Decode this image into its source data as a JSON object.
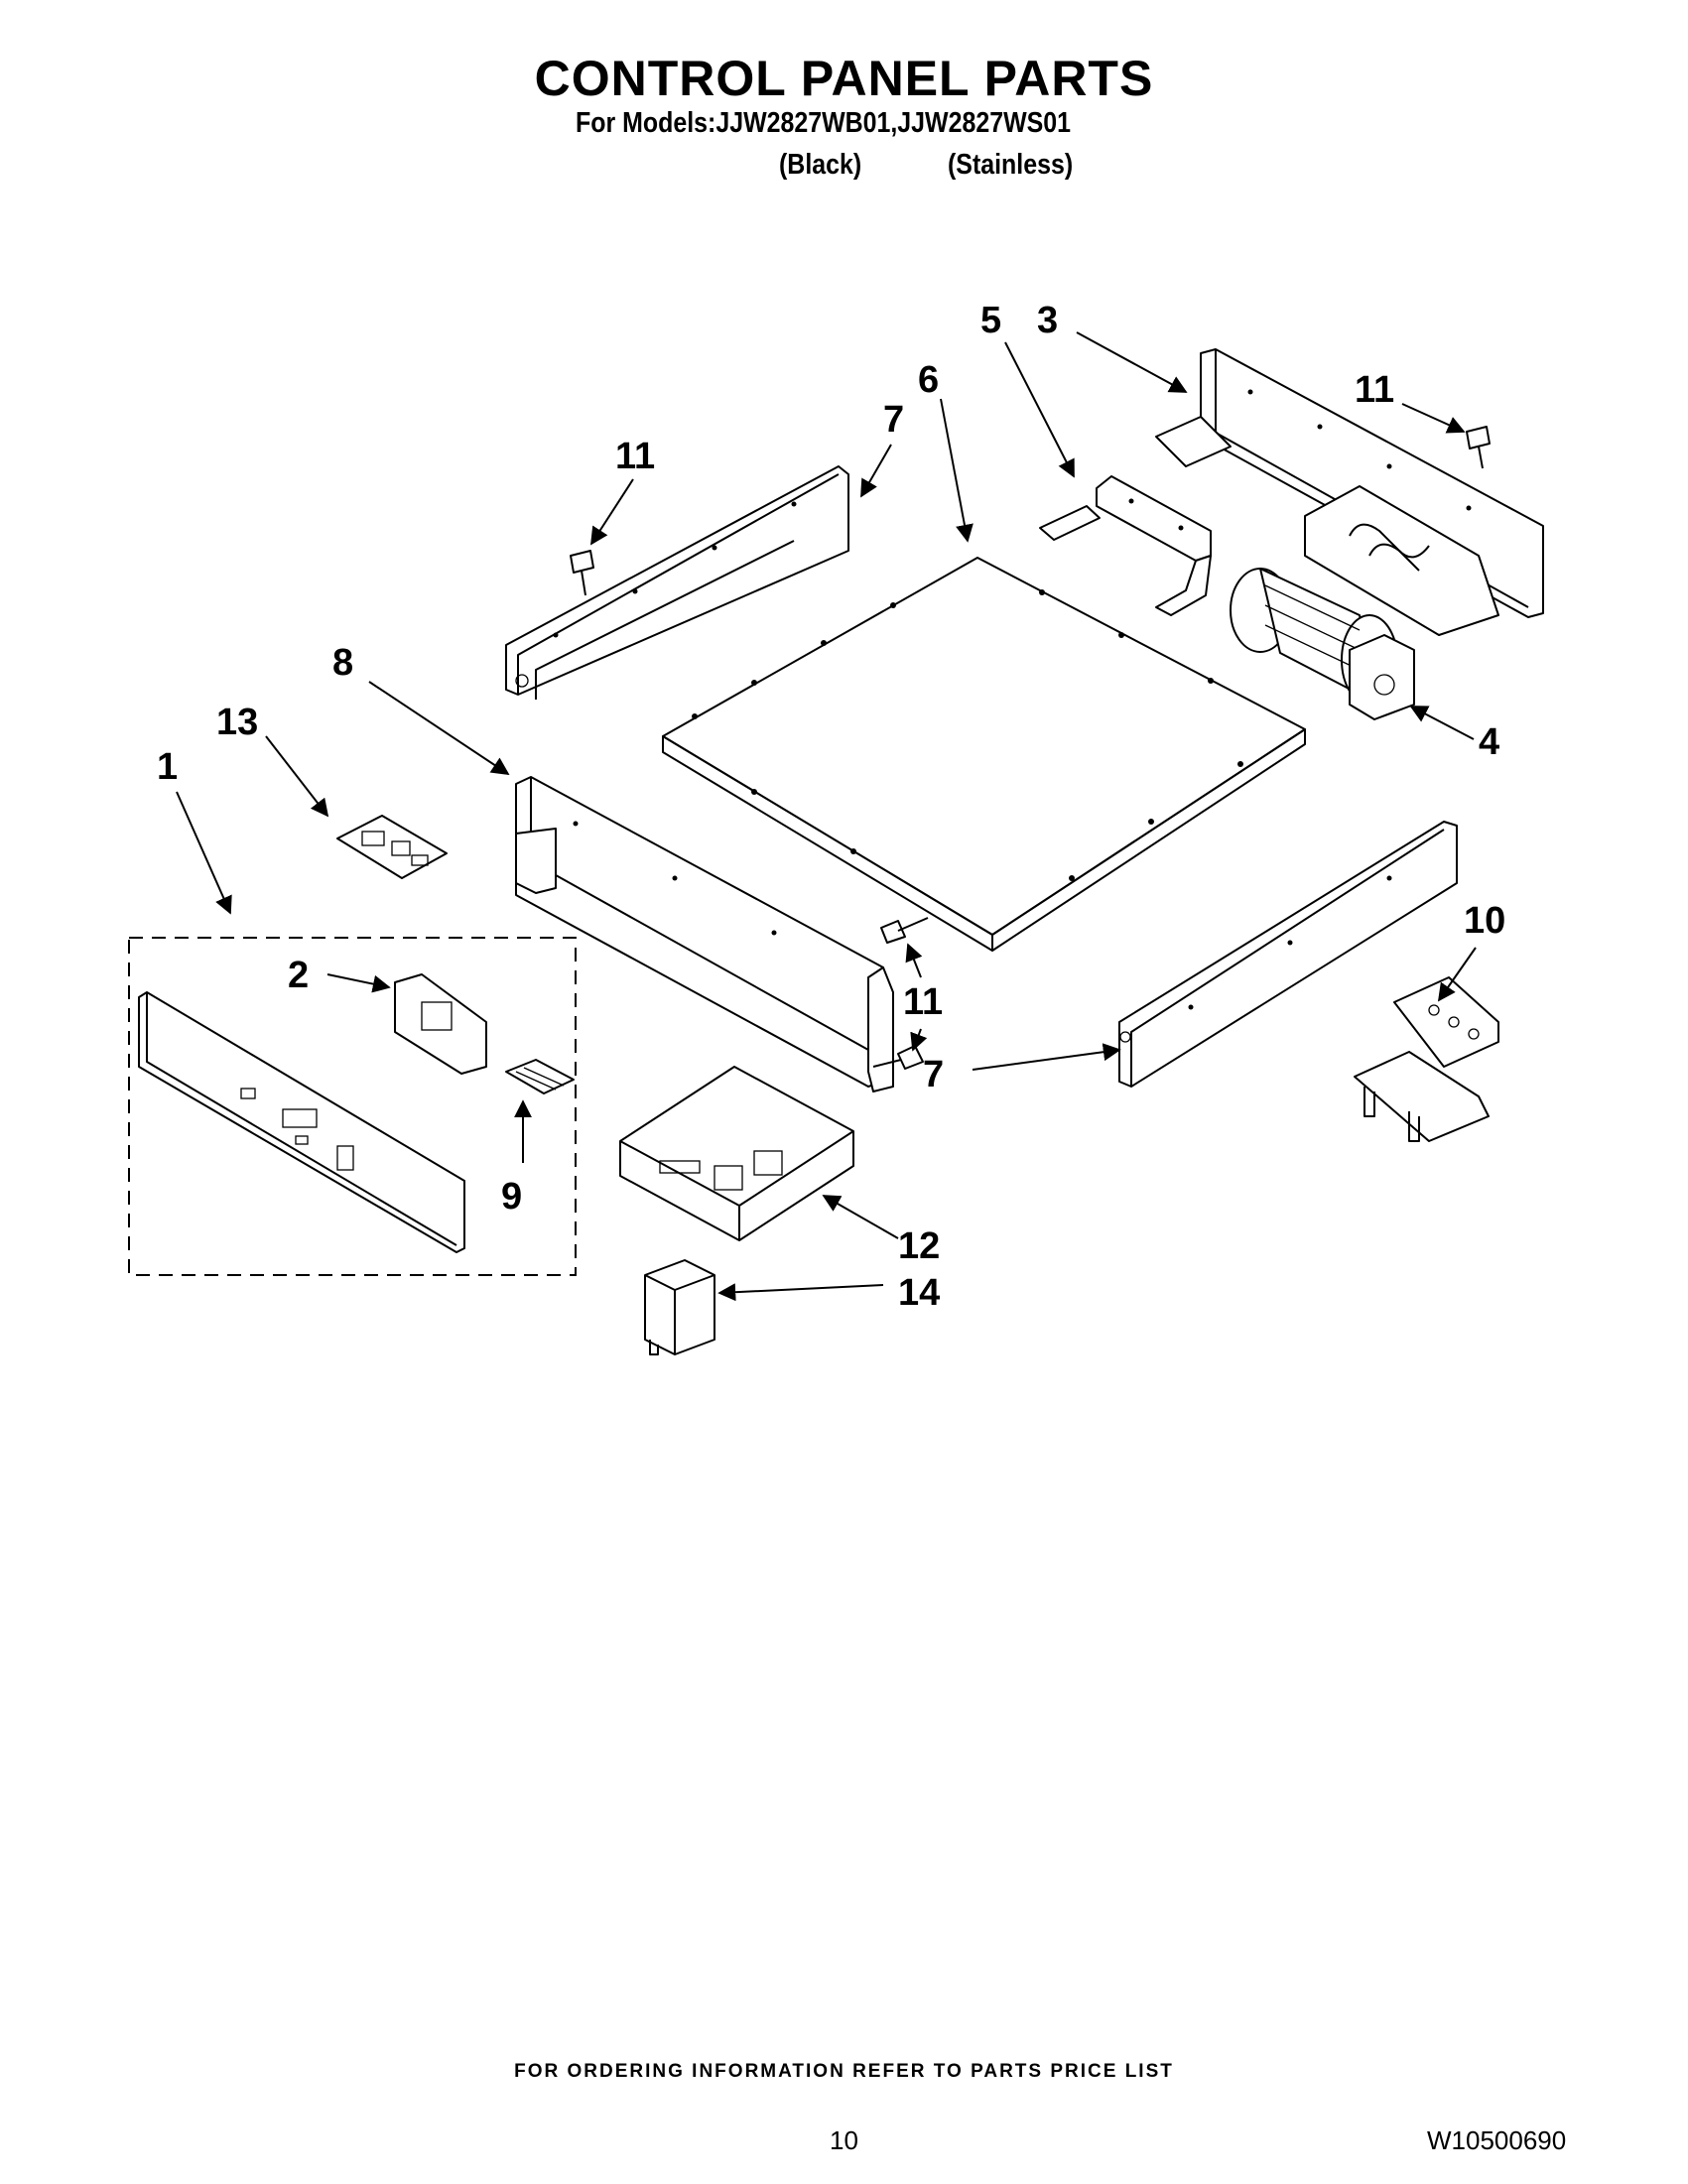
{
  "header": {
    "title": "CONTROL PANEL PARTS",
    "models": "For Models:JJW2827WB01,JJW2827WS01",
    "variant_black": "(Black)",
    "variant_stainless": "(Stainless)"
  },
  "callouts": {
    "c1": "1",
    "c2": "2",
    "c3": "3",
    "c4": "4",
    "c5": "5",
    "c6": "6",
    "c7a": "7",
    "c7b": "7",
    "c8": "8",
    "c9": "9",
    "c10": "10",
    "c11a": "11",
    "c11b": "11",
    "c11c": "11",
    "c12": "12",
    "c13": "13",
    "c14": "14"
  },
  "footer": {
    "ordering_note": "FOR ORDERING INFORMATION REFER TO PARTS PRICE LIST",
    "page_number": "10",
    "document_code": "W10500690"
  }
}
